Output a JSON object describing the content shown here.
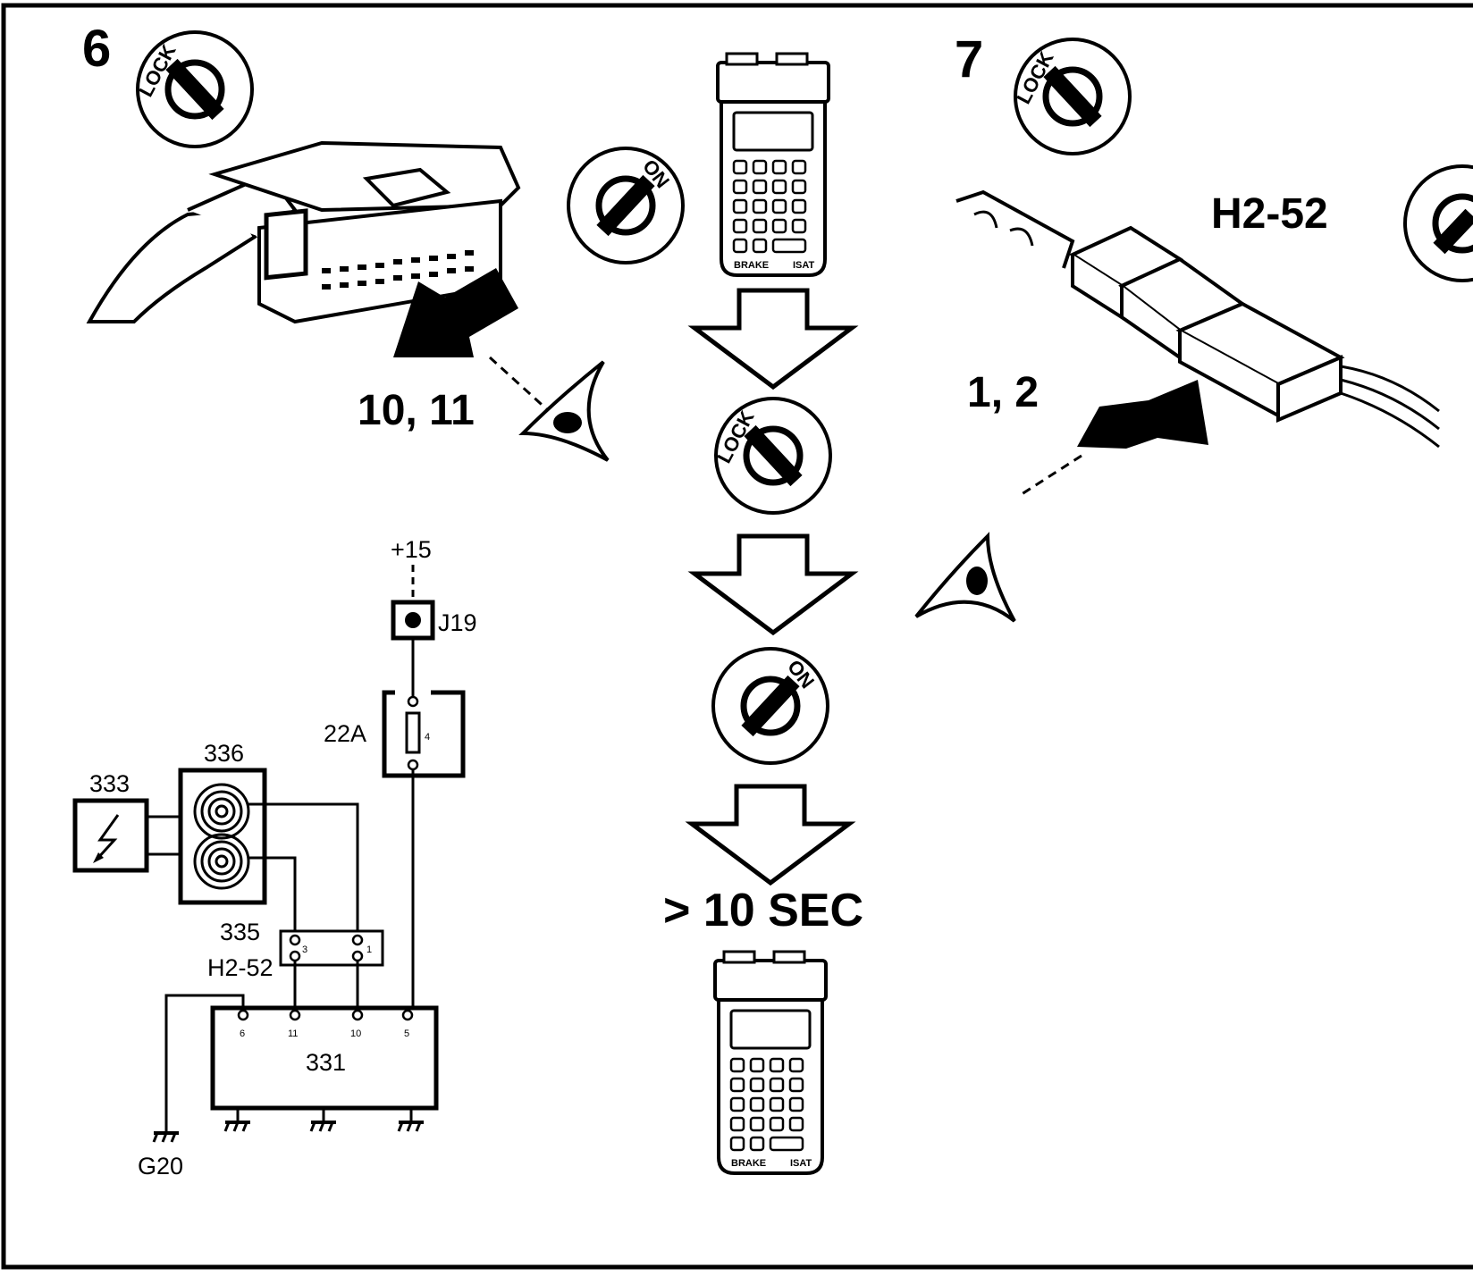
{
  "step6": {
    "number": "6",
    "callout": "10, 11",
    "lock_label": "LOCK",
    "on_label": "ON"
  },
  "step7": {
    "number": "7",
    "callout": "1, 2",
    "connector_label": "H2-52",
    "lock_label": "LOCK"
  },
  "sequence": {
    "lock_label": "LOCK",
    "on_label": "ON",
    "duration": "> 10 SEC"
  },
  "tester": {
    "left_label": "BRAKE",
    "right_label": "ISAT"
  },
  "circuit": {
    "supply": "+15",
    "fuse_box": "J19",
    "fuse_block": "22A",
    "fuse_number": "4",
    "component_333": "333",
    "component_336": "336",
    "connector_335": "335",
    "connector_h2": "H2-52",
    "pin_3": "3",
    "pin_1": "1",
    "ecu": "331",
    "ecu_pins": [
      "6",
      "11",
      "10",
      "5"
    ],
    "ground": "G20"
  }
}
